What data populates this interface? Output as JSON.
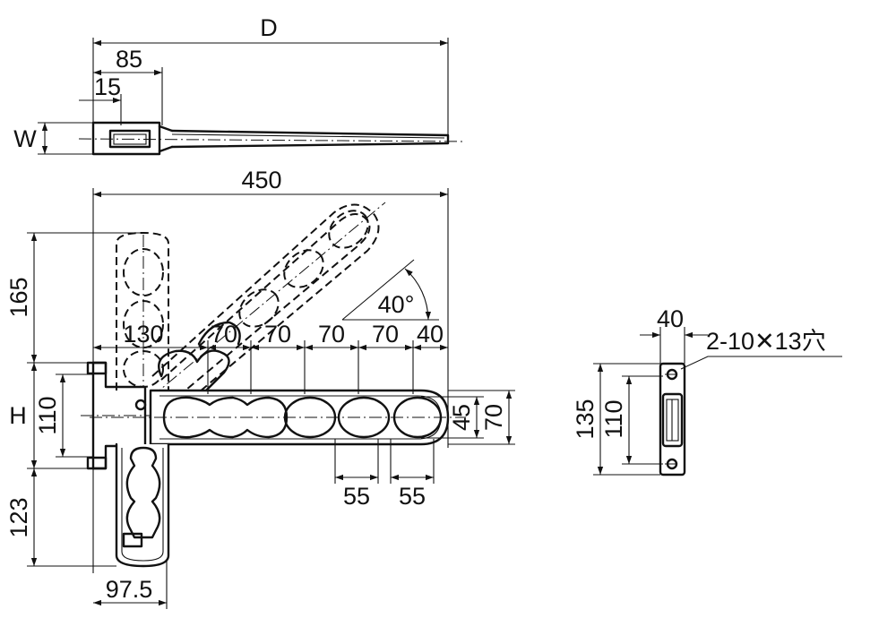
{
  "top_view": {
    "dim_D": "D",
    "dim_85": "85",
    "dim_15": "15",
    "dim_W": "W"
  },
  "front_view": {
    "dim_450": "450",
    "dim_165": "165",
    "dim_H": "H",
    "dim_110": "110",
    "dim_123": "123",
    "dim_97_5": "97.5",
    "dim_130": "130",
    "dim_70_a": "70",
    "dim_70_b": "70",
    "dim_70_c": "70",
    "dim_70_d": "70",
    "dim_40": "40",
    "dim_45": "45",
    "dim_70_h": "70",
    "dim_55_a": "55",
    "dim_55_b": "55",
    "angle": "40°"
  },
  "side_view": {
    "dim_40": "40",
    "hole_note": "2-10✕13穴",
    "dim_135": "135",
    "dim_110": "110"
  }
}
